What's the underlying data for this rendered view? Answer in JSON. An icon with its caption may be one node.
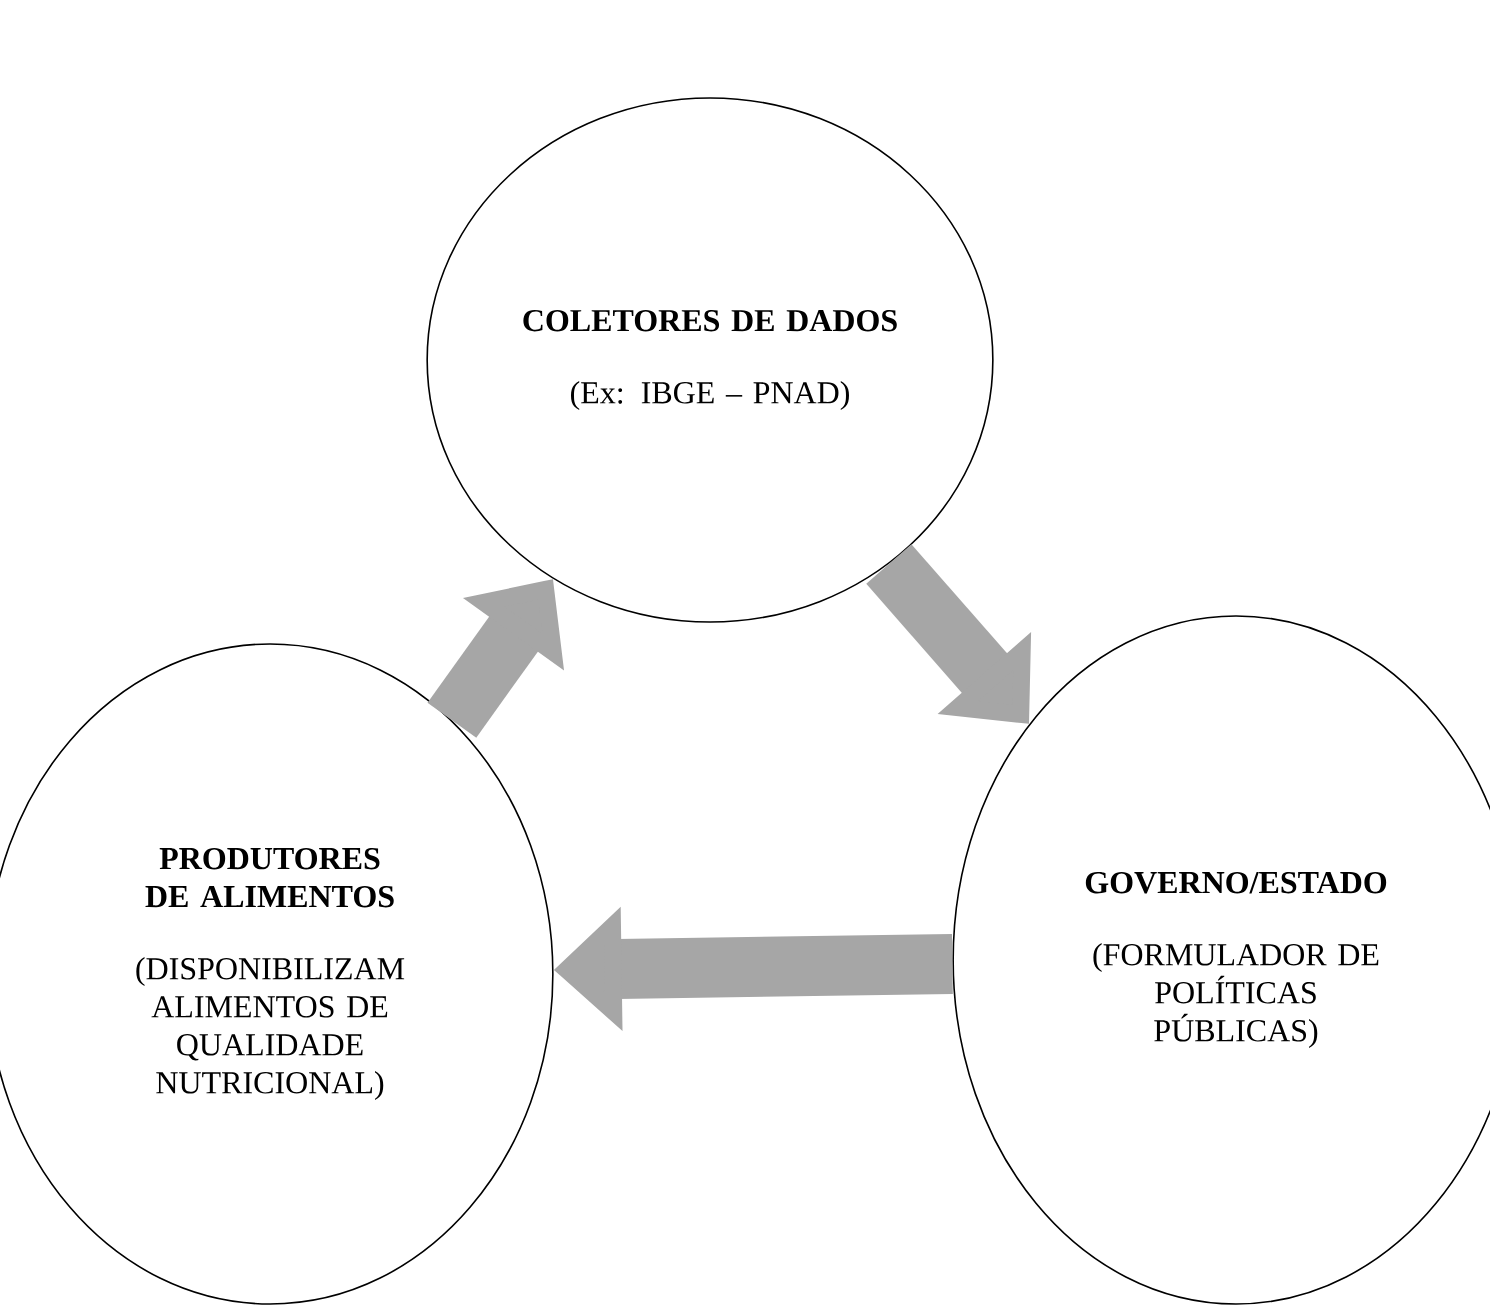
{
  "diagram": {
    "nodes": [
      {
        "text": [
          "COLETORES DE DADOS",
          "(Ex: IBGE – PNAD)"
        ]
      },
      {
        "text": [
          "PRODUTORES DE ALIMENTOS",
          "(DISPONIBILIZAM ALIMENTOS DE QUALIDADE NUTRICIONAL)"
        ]
      },
      {
        "text": [
          "GOVERNO/ESTADO",
          "(FORMULADOR DE POLÍTICAS PÚBLICAS)"
        ]
      }
    ],
    "edges": [
      {
        "from": 0,
        "to": 2,
        "arrow": "to"
      },
      {
        "from": 2,
        "to": 1,
        "arrow": "to"
      },
      {
        "from": 1,
        "to": 0,
        "arrow": "to"
      }
    ]
  }
}
